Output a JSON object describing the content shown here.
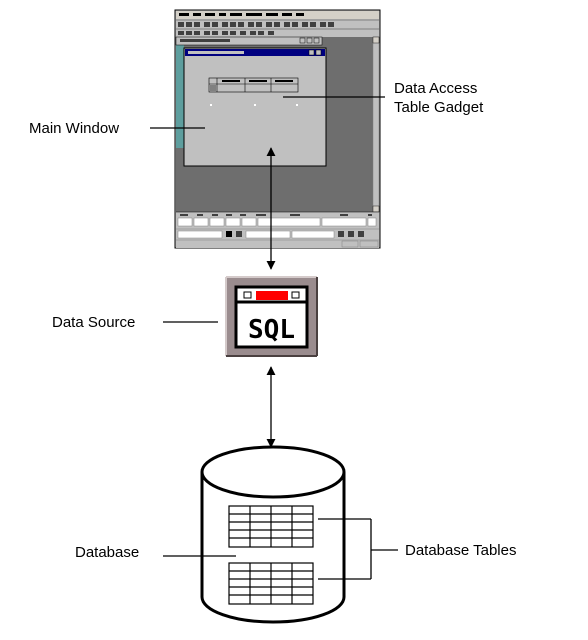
{
  "labels": {
    "main_window": "Main Window",
    "gadget_line1": "Data Access",
    "gadget_line2": "Table Gadget",
    "data_source": "Data Source",
    "database": "Database",
    "database_tables": "Database Tables"
  },
  "icon": {
    "data_source_text": "SQL",
    "data_source_icon": "sql-window-icon"
  },
  "colors": {
    "teal": "#5e9e9e",
    "desktop_gray": "#6e6e6e",
    "window_gray": "#c0c0c0",
    "title_blue": "#000080",
    "icon_frame": "#9a8c8e",
    "icon_red": "#ff0000"
  }
}
